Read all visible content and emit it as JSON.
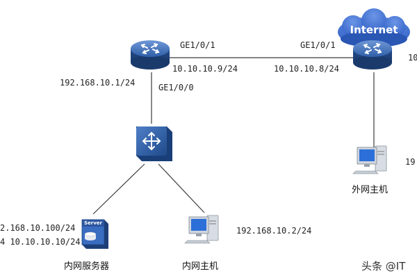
{
  "cloud": {
    "label": "Internet"
  },
  "router_left": {
    "interfaces": {
      "ge_out": "GE1/0/1",
      "ge_in": "GE1/0/0"
    },
    "ip_wan": "10.10.10.9/24",
    "ip_lan": "192.168.10.1/24"
  },
  "router_right": {
    "interface": "GE1/0/1",
    "ip_wan": "10.10.10.8/24",
    "edge_cut_top": "10",
    "edge_cut_host": "19"
  },
  "hosts": {
    "external": {
      "name": "外网主机"
    },
    "internal": {
      "name": "内网主机",
      "ip": "192.168.10.2/24"
    },
    "server": {
      "name": "内网服务器",
      "ip_lan": "2.168.10.100/24",
      "ip_alt": "4 10.10.10.10/24",
      "tag": "Server"
    }
  },
  "watermark": "头条 @IT",
  "colors": {
    "router": "#2e5d9e",
    "cloud": "#3a6fd0",
    "line": "#3a3a3a"
  }
}
